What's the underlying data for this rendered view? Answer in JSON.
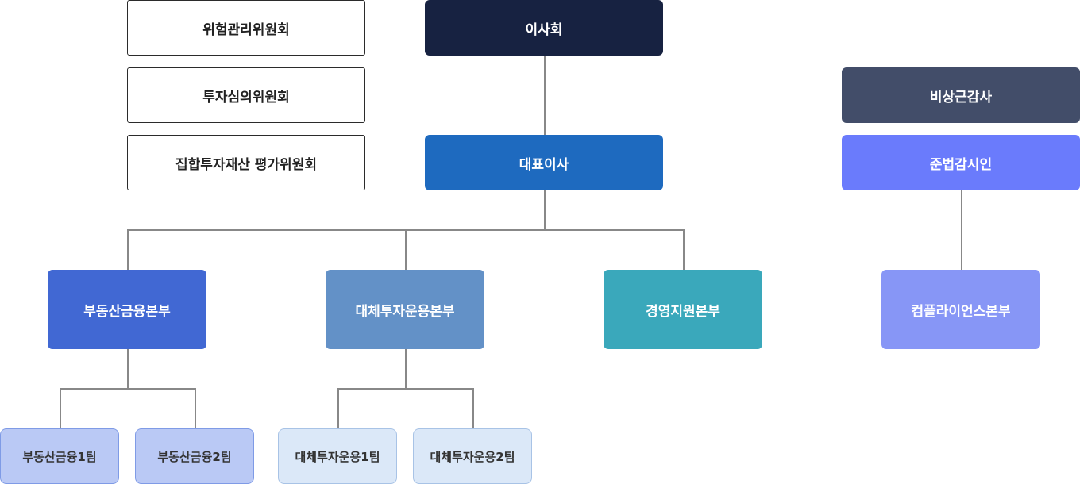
{
  "committees": [
    "위험관리위원회",
    "투자심의위원회",
    "집합투자재산 평가위원회"
  ],
  "board": "이사회",
  "ceo": "대표이사",
  "auditor": "비상근감사",
  "compliance_officer": "준법감시인",
  "divisions": [
    "부동산금융본부",
    "대체투자운용본부",
    "경영지원본부",
    "컴플라이언스본부"
  ],
  "teams": [
    "부동산금융1팀",
    "부동산금융2팀",
    "대체투자운용1팀",
    "대체투자운용2팀"
  ],
  "colors": {
    "board": "#172241",
    "ceo": "#1e6abf",
    "auditor": "#424d69",
    "compliance_officer": "#6a7bfc",
    "div_real_estate": "#4168d3",
    "div_alt_invest": "#6391c7",
    "div_management": "#3aa8bb",
    "div_compliance": "#8796f6",
    "team_real_estate": "#bac9f5",
    "team_alt_invest": "#dbe8f8"
  }
}
